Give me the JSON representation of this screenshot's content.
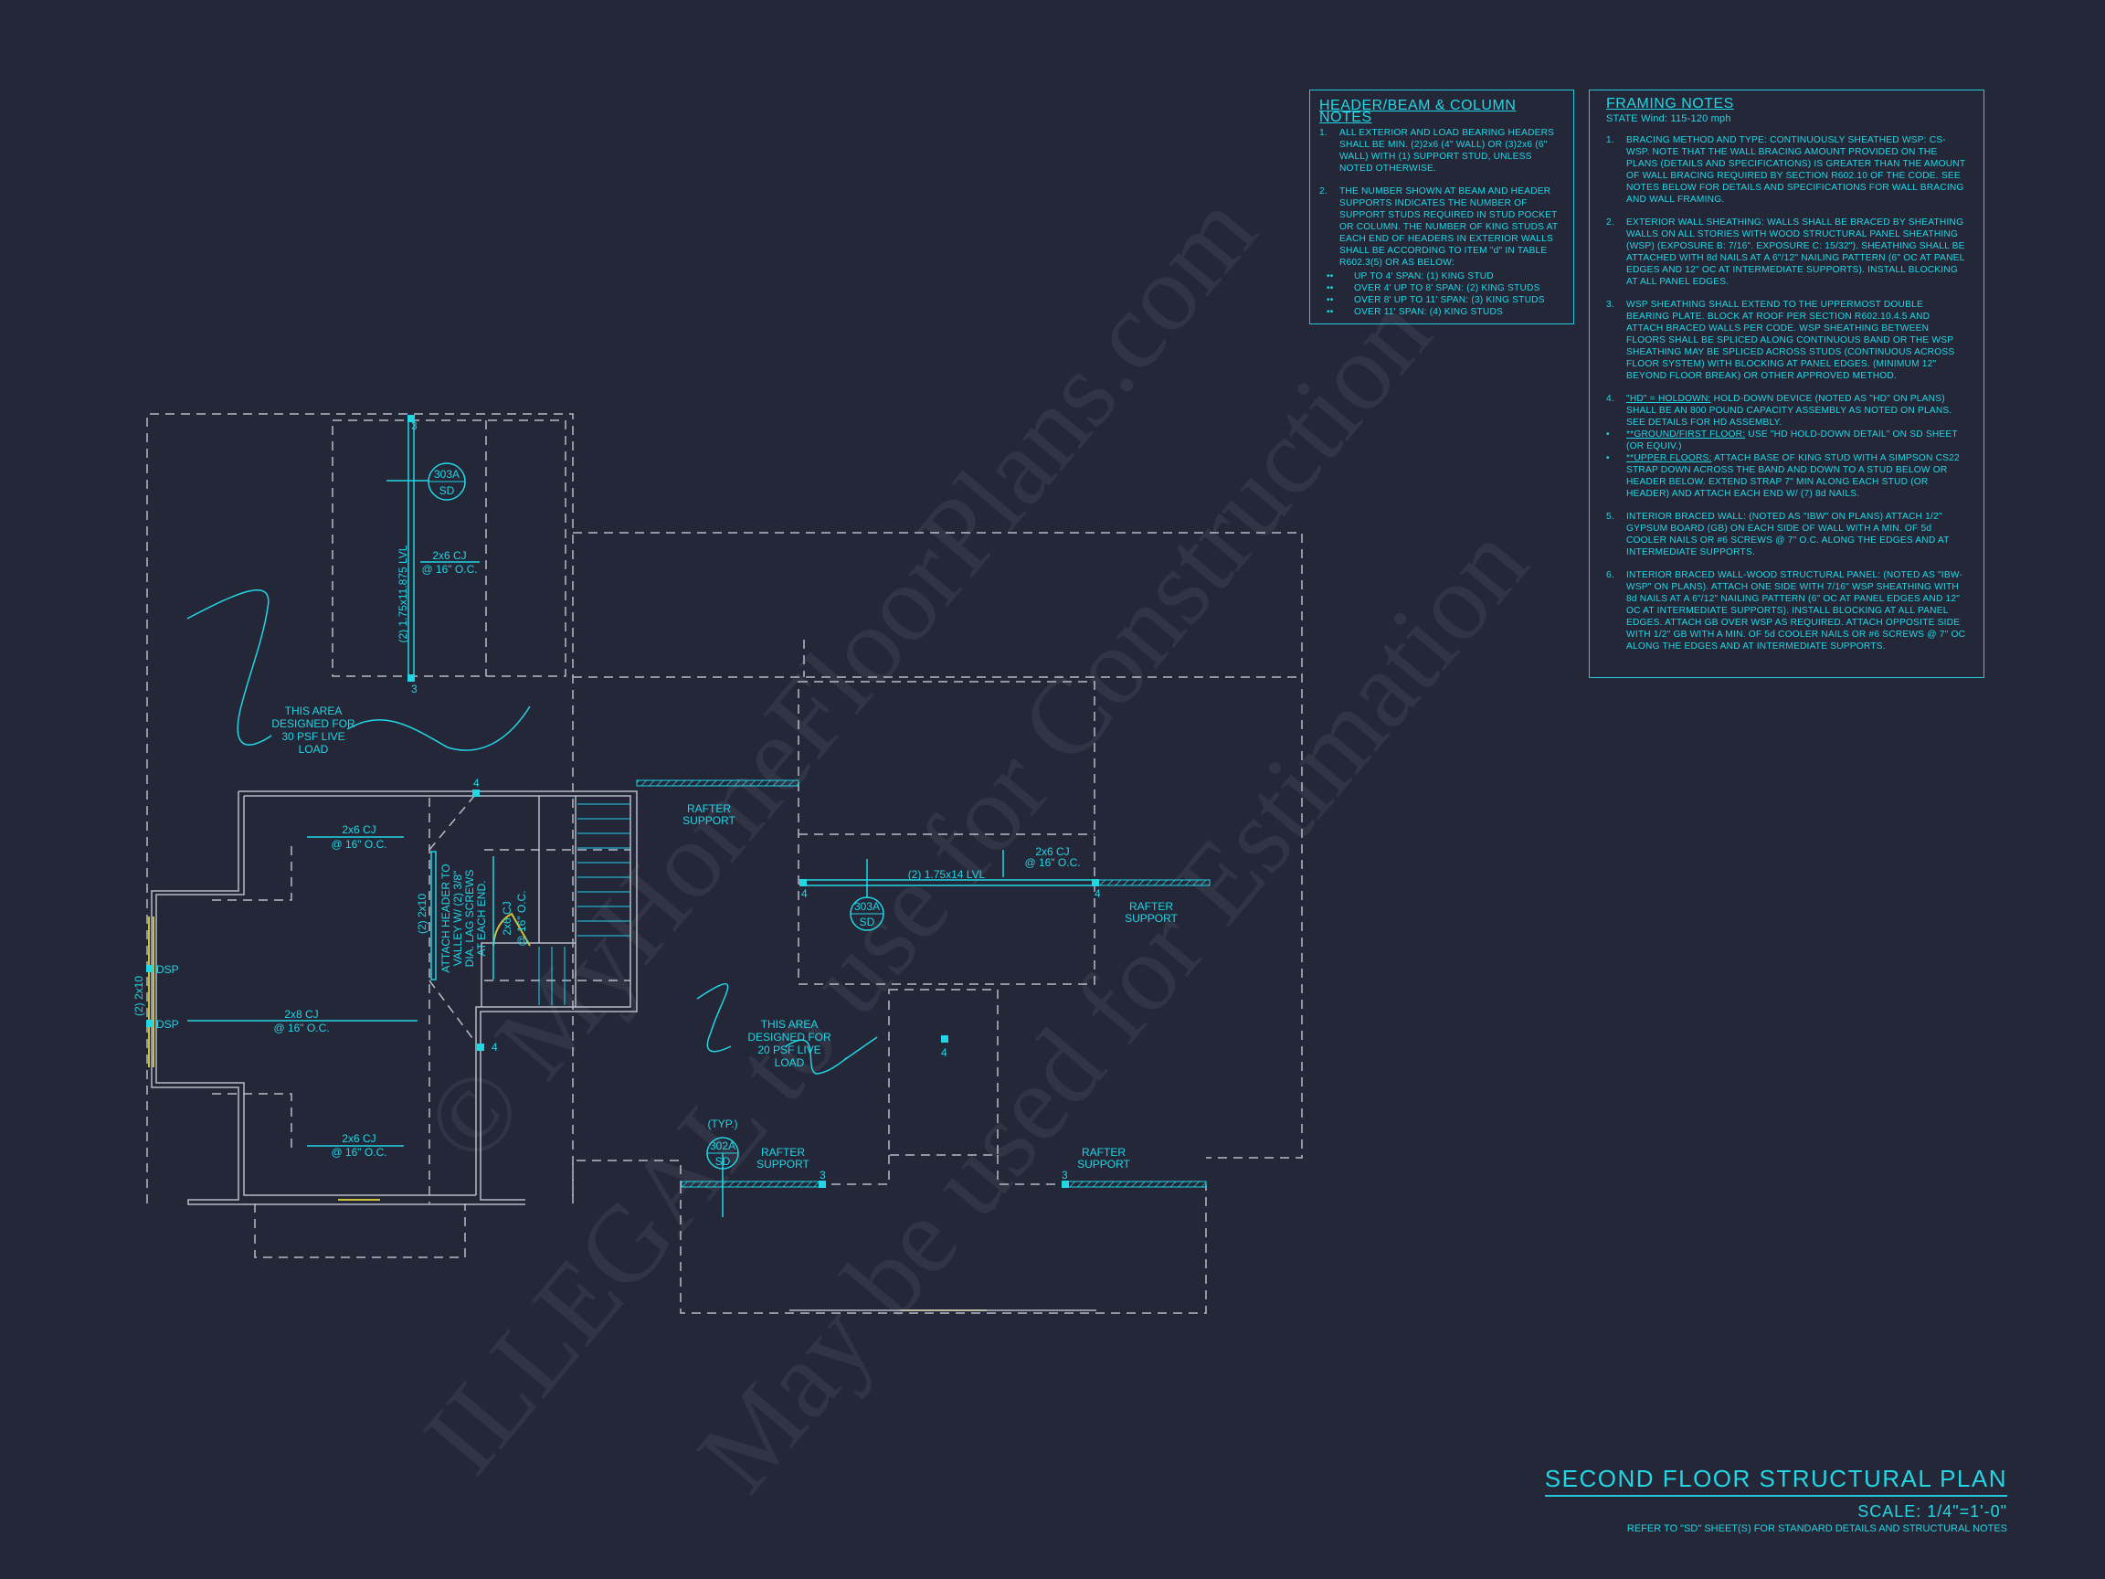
{
  "watermark": [
    "© MyHomeFloorPlans.com",
    "ILLEGAL to use for Construction",
    "May be used for Estimation"
  ],
  "colors": {
    "background": "#232738",
    "cyan": "#22d6e4",
    "wall": "#b8bcc8",
    "window": "#c9c23a"
  },
  "header_notes": {
    "title": "HEADER/BEAM & COLUMN NOTES",
    "items": [
      {
        "num": "1.",
        "text": "ALL EXTERIOR AND LOAD BEARING HEADERS SHALL BE MIN. (2)2x6 (4\" WALL) OR (3)2x6 (6\" WALL) WITH (1) SUPPORT STUD, UNLESS NOTED OTHERWISE."
      },
      {
        "num": "2.",
        "text": "THE NUMBER SHOWN AT BEAM AND HEADER SUPPORTS INDICATES THE NUMBER OF SUPPORT STUDS REQUIRED IN STUD POCKET OR COLUMN. THE NUMBER OF KING STUDS AT EACH END OF HEADERS IN EXTERIOR WALLS SHALL BE ACCORDING TO ITEM \"d\" IN TABLE R602.3(5) OR AS BELOW:"
      }
    ],
    "bullets": [
      "UP TO 4' SPAN: (1) KING STUD",
      "OVER 4' UP TO 8' SPAN: (2) KING STUDS",
      "OVER 8' UP TO 11' SPAN: (3) KING STUDS",
      "OVER 11' SPAN: (4) KING STUDS"
    ]
  },
  "framing_notes": {
    "title": "FRAMING NOTES",
    "subtitle": "STATE Wind: 115-120 mph",
    "n1": "BRACING METHOD AND TYPE: CONTINUOUSLY SHEATHED WSP: CS-WSP. NOTE THAT THE WALL BRACING AMOUNT PROVIDED ON THE PLANS (DETAILS AND SPECIFICATIONS) IS GREATER THAN THE AMOUNT OF WALL BRACING REQUIRED BY SECTION R602.10 OF THE CODE. SEE NOTES BELOW FOR DETAILS AND SPECIFICATIONS FOR WALL BRACING AND WALL FRAMING.",
    "n2": "EXTERIOR WALL SHEATHING: WALLS SHALL BE BRACED BY SHEATHING WALLS ON ALL STORIES WITH WOOD STRUCTURAL PANEL SHEATHING (WSP) (EXPOSURE B: 7/16\". EXPOSURE C: 15/32\"). SHEATHING SHALL BE ATTACHED WITH 8d NAILS AT A 6\"/12\" NAILING PATTERN (6\" OC AT PANEL EDGES AND 12\" OC AT INTERMEDIATE SUPPORTS). INSTALL BLOCKING AT ALL PANEL EDGES.",
    "n3": "WSP SHEATHING SHALL EXTEND TO THE UPPERMOST DOUBLE BEARING PLATE. BLOCK AT ROOF PER SECTION R602.10.4.5 AND ATTACH BRACED WALLS PER CODE. WSP SHEATHING BETWEEN FLOORS SHALL BE SPLICED ALONG CONTINUOUS BAND OR THE WSP SHEATHING MAY BE SPLICED ACROSS STUDS (CONTINUOUS ACROSS FLOOR SYSTEM) WITH BLOCKING AT PANEL EDGES. (MINIMUM 12\" BEYOND FLOOR BREAK) OR OTHER APPROVED METHOD.",
    "n4_label": "\"HD\" = HOLDOWN:",
    "n4": "HOLD-DOWN DEVICE (NOTED AS \"HD\" ON PLANS) SHALL BE AN 800 POUND CAPACITY ASSEMBLY AS NOTED ON PLANS. SEE DETAILS FOR HD ASSEMBLY.",
    "b1_label": "**GROUND/FIRST FLOOR:",
    "b1": "USE \"HD HOLD-DOWN DETAIL\" ON SD SHEET (OR EQUIV.)",
    "b2_label": "**UPPER FLOORS:",
    "b2": "ATTACH BASE OF KING STUD WITH A SIMPSON CS22 STRAP DOWN ACROSS THE BAND AND DOWN TO A STUD BELOW OR HEADER BELOW. EXTEND STRAP 7\" MIN ALONG EACH STUD (OR HEADER) AND ATTACH EACH END W/ (7) 8d NAILS.",
    "n5": "INTERIOR BRACED WALL: (NOTED AS \"IBW\" ON PLANS) ATTACH 1/2\" GYPSUM BOARD (GB) ON EACH SIDE OF WALL WITH A MIN. OF 5d COOLER NAILS OR #6 SCREWS @ 7\" O.C. ALONG THE EDGES AND AT INTERMEDIATE SUPPORTS.",
    "n6": "INTERIOR BRACED WALL-WOOD STRUCTURAL PANEL: (NOTED AS \"IBW-WSP\" ON PLANS). ATTACH ONE SIDE WITH 7/16\" WSP SHEATHING WITH 8d NAILS AT A 6\"/12\" NAILING PATTERN (6\" OC AT PANEL EDGES AND 12\" OC AT INTERMEDIATE SUPPORTS). INSTALL BLOCKING AT ALL PANEL EDGES. ATTACH GB OVER WSP AS REQUIRED. ATTACH OPPOSITE SIDE WITH 1/2\" GB WITH A MIN. OF 5d COOLER NAILS OR #6 SCREWS @ 7\" OC ALONG THE EDGES AND AT INTERMEDIATE SUPPORTS."
  },
  "plan": {
    "lvl_left": "(2) 1.75x11.875 LVL",
    "lvl_center": "(2) 1.75x14 LVL",
    "cj_2x6": "2x6 CJ",
    "cj_2x8": "2x8 CJ",
    "spacing": "@ 16\" O.C.",
    "area30": [
      "THIS AREA",
      "DESIGNED FOR",
      "30 PSF LIVE",
      "LOAD"
    ],
    "area20": [
      "THIS AREA",
      "DESIGNED FOR",
      "20 PSF LIVE",
      "LOAD"
    ],
    "rafter": [
      "RAFTER",
      "SUPPORT"
    ],
    "header_2x10": "(2) 2x10",
    "attach": [
      "ATTACH HEADER TO",
      "VALLEY W/ (2) 3/8\"",
      "DIA. LAG SCREWS",
      "AT EACH END."
    ],
    "dsp": "DSP",
    "typ": "(TYP.)",
    "detail_303a": "303A",
    "detail_302a": "302A",
    "sheet_sd": "SD",
    "stud3": "3",
    "stud4": "4"
  },
  "title_block": {
    "title": "SECOND FLOOR STRUCTURAL PLAN",
    "scale": "SCALE: 1/4\"=1'-0\"",
    "refer": "REFER TO \"SD\" SHEET(S) FOR STANDARD DETAILS AND STRUCTURAL NOTES"
  }
}
